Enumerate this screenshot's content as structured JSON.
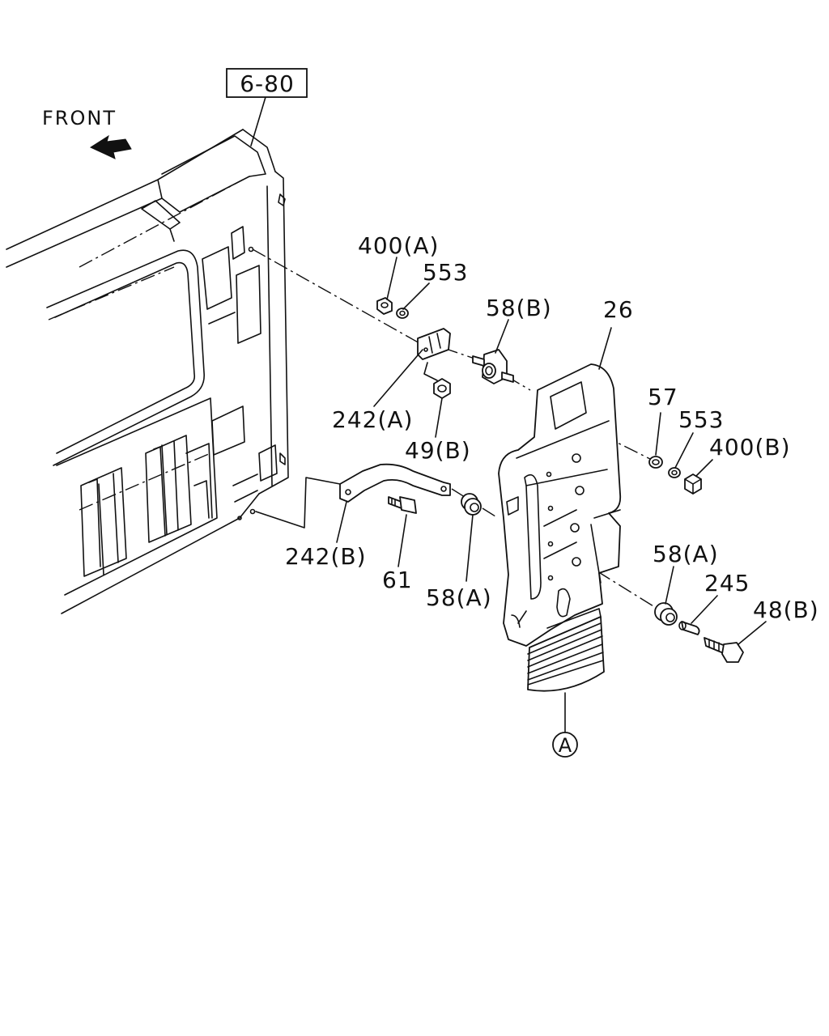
{
  "ref_box": "6-80",
  "front_label": "FRONT",
  "labels": {
    "p400a": "400(A)",
    "p553a": "553",
    "p58b": "58(B)",
    "p26": "26",
    "p242a": "242(A)",
    "p49b": "49(B)",
    "p57": "57",
    "p553b": "553",
    "p400b": "400(B)",
    "p242b": "242(B)",
    "p61": "61",
    "p58a_left": "58(A)",
    "p58a_right": "58(A)",
    "p245": "245",
    "p48b": "48(B)",
    "marker_a": "A"
  }
}
